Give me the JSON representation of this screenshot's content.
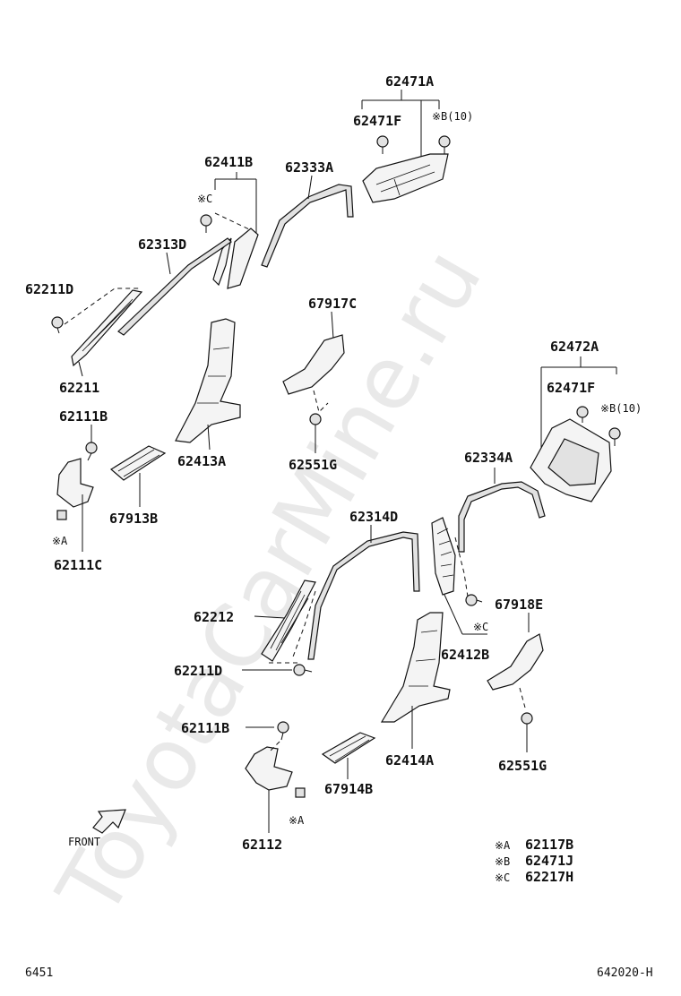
{
  "watermark": "ToyotaCarMine.ru",
  "part_labels": {
    "p62471A": "62471A",
    "p62471F_top": "62471F",
    "markB10_top": "※B(10)",
    "p62411B": "62411B",
    "markC_top": "※C",
    "p62333A": "62333A",
    "p62313D": "62313D",
    "p62211D_top": "62211D",
    "p62211": "62211",
    "p67917C": "67917C",
    "p62111B_top": "62111B",
    "p62413A": "62413A",
    "p62551G_top": "62551G",
    "p67913B": "67913B",
    "markA_left": "※A",
    "p62111C": "62111C",
    "p62472A": "62472A",
    "p62471F_right": "62471F",
    "markB10_right": "※B(10)",
    "p62334A": "62334A",
    "p62314D": "62314D",
    "p62212": "62212",
    "p62211D_low": "62211D",
    "p67918E": "67918E",
    "markC_low": "※C",
    "p62412B": "62412B",
    "p62111B_low": "62111B",
    "p62414A": "62414A",
    "p62551G_low": "62551G",
    "p67914B": "67914B",
    "markA_low": "※A",
    "p62112": "62112"
  },
  "front_label": "FRONT",
  "legend": [
    {
      "mark": "※A",
      "part": "62117B"
    },
    {
      "mark": "※B",
      "part": "62471J"
    },
    {
      "mark": "※C",
      "part": "62217H"
    }
  ],
  "footer": {
    "left_code": "6451",
    "right_code": "642020-H"
  }
}
